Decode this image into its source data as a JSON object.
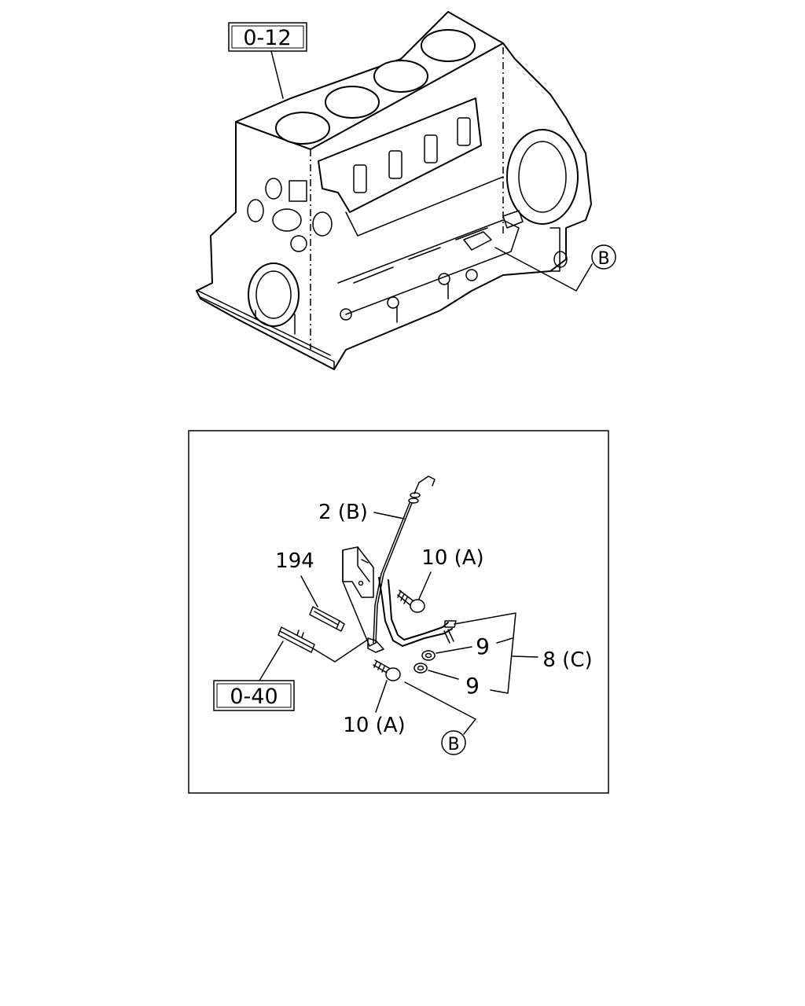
{
  "refs": {
    "block_ref": "0-12",
    "oil_ref": "0-40"
  },
  "callouts": {
    "b_marker": "B",
    "level_gauge": "2 (B)",
    "part_194": "194",
    "bolt_upper": "10 (A)",
    "bolt_lower": "10 (A)",
    "gasket_upper": "9",
    "gasket_lower": "9",
    "guide_tube": "8 (C)"
  }
}
